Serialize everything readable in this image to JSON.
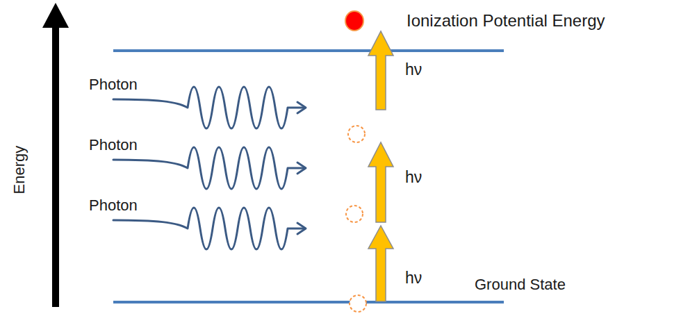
{
  "diagram": {
    "labels": [
      "Ionization Potential Energy",
      "hν",
      "Photon",
      "Photon",
      "hν",
      "Photon",
      "hν",
      "Ground State",
      "Energy"
    ]
  }
}
